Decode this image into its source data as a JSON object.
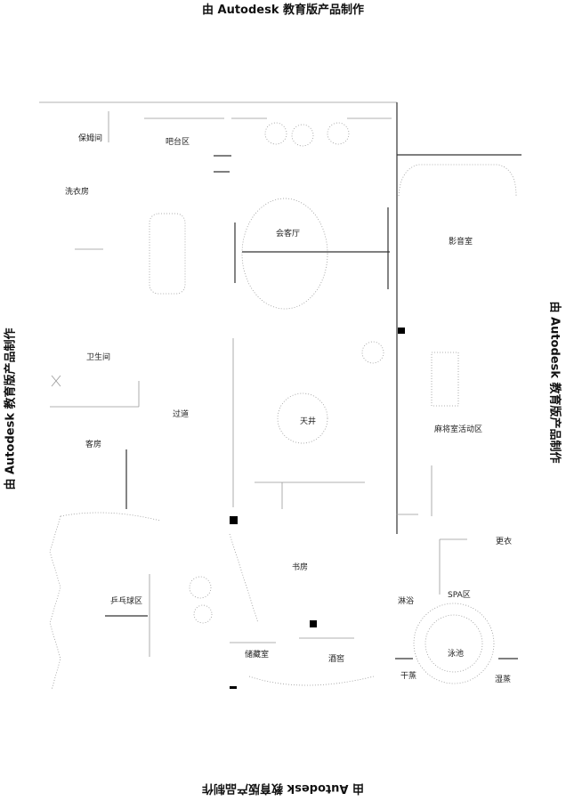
{
  "watermark": "由 Autodesk 教育版产品制作",
  "rooms": {
    "nanny": "保姆间",
    "bar": "吧台区",
    "laundry": "洗衣房",
    "living": "会客厅",
    "theater": "影音室",
    "bathroom": "卫生间",
    "corridor": "过道",
    "courtyard": "天井",
    "guest": "客房",
    "mahjong": "麻将室活动区",
    "pingpong": "乒乓球区",
    "study": "书房",
    "storage": "储藏室",
    "wine": "酒窖",
    "spa": "SPA区",
    "pool": "泳池",
    "changing": "更衣",
    "shower": "淋浴",
    "dry_sauna": "干蒸",
    "wet_sauna": "湿蒸"
  }
}
